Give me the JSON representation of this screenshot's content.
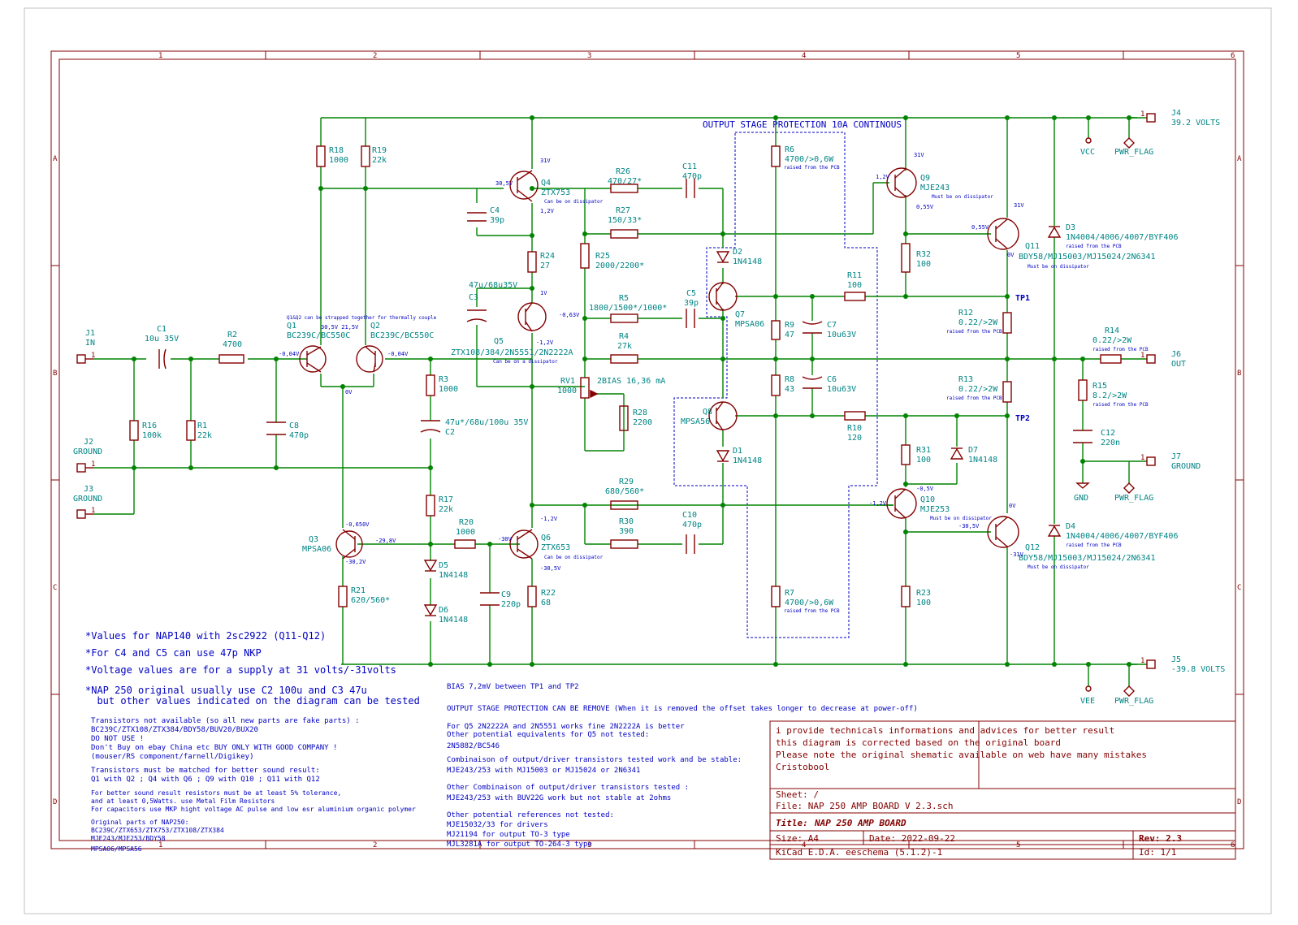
{
  "frame": {
    "cols": [
      "1",
      "2",
      "3",
      "4",
      "5",
      "6"
    ],
    "rows": [
      "A",
      "B",
      "C",
      "D"
    ]
  },
  "protection_box_label": "OUTPUT STAGE PROTECTION 10A CONTINOUS",
  "connectors": {
    "j1": {
      "ref": "J1",
      "name": "IN",
      "pin": "1"
    },
    "j2": {
      "ref": "J2",
      "name": "GROUND",
      "pin": "1"
    },
    "j3": {
      "ref": "J3",
      "name": "GROUND",
      "pin": "1"
    },
    "j4": {
      "ref": "J4",
      "name": "39.2 VOLTS",
      "pin": "1"
    },
    "j5": {
      "ref": "J5",
      "name": "-39.8 VOLTS",
      "pin": "1"
    },
    "j6": {
      "ref": "J6",
      "name": "OUT",
      "pin": "1"
    },
    "j7": {
      "ref": "J7",
      "name": "GROUND",
      "pin": "1"
    }
  },
  "power": {
    "vcc": "VCC",
    "vee": "VEE",
    "gnd": "GND",
    "flag": "PWR_FLAG"
  },
  "components": {
    "c1": {
      "ref": "C1",
      "val": "10u 35V"
    },
    "r2": {
      "ref": "R2",
      "val": "4700"
    },
    "r16": {
      "ref": "R16",
      "val": "100k"
    },
    "r1": {
      "ref": "R1",
      "val": "22k"
    },
    "c8": {
      "ref": "C8",
      "val": "470p"
    },
    "r18": {
      "ref": "R18",
      "val": "1000"
    },
    "r19": {
      "ref": "R19",
      "val": "22k"
    },
    "q1": {
      "ref": "Q1",
      "val": "BC239C/BC550C"
    },
    "q2": {
      "ref": "Q2",
      "val": "BC239C/BC550C"
    },
    "q1q2_note": "Q1&Q2 can be strapped together for thermally couple",
    "r3": {
      "ref": "R3",
      "val": "1000"
    },
    "c2": {
      "ref": "C2",
      "val": "47u*/68u/100u 35V"
    },
    "r17": {
      "ref": "R17",
      "val": "22k"
    },
    "q3": {
      "ref": "Q3",
      "val": "MPSA06"
    },
    "r21": {
      "ref": "R21",
      "val": "620/560*"
    },
    "r20": {
      "ref": "R20",
      "val": "1000"
    },
    "d5": {
      "ref": "D5",
      "val": "1N4148"
    },
    "d6": {
      "ref": "D6",
      "val": "1N4148"
    },
    "c9": {
      "ref": "C9",
      "val": "220p"
    },
    "q4": {
      "ref": "Q4",
      "val": "ZTX753"
    },
    "q4_note": "Can be on dissipator",
    "c4": {
      "ref": "C4",
      "val": "39p"
    },
    "r24": {
      "ref": "R24",
      "val": "27"
    },
    "c3": {
      "ref": "C3",
      "val": "47u/68u35V"
    },
    "q5": {
      "ref": "Q5",
      "val": "ZTX108/384/2N5551/2N2222A"
    },
    "q5_note": "Can be on a dissipator",
    "q6": {
      "ref": "Q6",
      "val": "ZTX653"
    },
    "q6_note": "Can be on dissipator",
    "r22": {
      "ref": "R22",
      "val": "68"
    },
    "r26": {
      "ref": "R26",
      "val": "470/27*"
    },
    "r27": {
      "ref": "R27",
      "val": "150/33*"
    },
    "c11": {
      "ref": "C11",
      "val": "470p"
    },
    "r25": {
      "ref": "R25",
      "val": "2000/2200*"
    },
    "r5": {
      "ref": "R5",
      "val": "1800/1500*/1000*"
    },
    "c5": {
      "ref": "C5",
      "val": "39p"
    },
    "r4": {
      "ref": "R4",
      "val": "27k"
    },
    "rv1": {
      "ref": "RV1",
      "val": "1000"
    },
    "bias": "2BIAS 16,36 mA",
    "r28": {
      "ref": "R28",
      "val": "2200"
    },
    "r29": {
      "ref": "R29",
      "val": "680/560*"
    },
    "r30": {
      "ref": "R30",
      "val": "390"
    },
    "c10": {
      "ref": "C10",
      "val": "470p"
    },
    "d2": {
      "ref": "D2",
      "val": "1N4148"
    },
    "q7": {
      "ref": "Q7",
      "val": "MPSA06"
    },
    "q8": {
      "ref": "Q8",
      "val": "MPSA56"
    },
    "d1": {
      "ref": "D1",
      "val": "1N4148"
    },
    "r6": {
      "ref": "R6",
      "val": "4700/>0,6W"
    },
    "r6_note": "raised from the PCB",
    "r9": {
      "ref": "R9",
      "val": "47"
    },
    "r8": {
      "ref": "R8",
      "val": "43"
    },
    "c7": {
      "ref": "C7",
      "val": "10u63V"
    },
    "c6": {
      "ref": "C6",
      "val": "10u63V"
    },
    "r7": {
      "ref": "R7",
      "val": "4700/>0,6W"
    },
    "r7_note": "raised from the PCB",
    "r11": {
      "ref": "R11",
      "val": "100"
    },
    "r10": {
      "ref": "R10",
      "val": "120"
    },
    "q9": {
      "ref": "Q9",
      "val": "MJE243"
    },
    "q9_note": "Must be on dissipator",
    "r32": {
      "ref": "R32",
      "val": "100"
    },
    "q10": {
      "ref": "Q10",
      "val": "MJE253"
    },
    "q10_note": "Must be on dissipator",
    "r31": {
      "ref": "R31",
      "val": "100"
    },
    "d7": {
      "ref": "D7",
      "val": "1N4148"
    },
    "r23": {
      "ref": "R23",
      "val": "100"
    },
    "q11": {
      "ref": "Q11",
      "val": "BDY58/MJ15003/MJ15024/2N6341"
    },
    "q11_note": "Must be on dissipator",
    "q12": {
      "ref": "Q12",
      "val": "BDY58/MJ15003/MJ15024/2N6341"
    },
    "q12_note": "Must be on dissipator",
    "r12": {
      "ref": "R12",
      "val": "0.22/>2W"
    },
    "r12_note": "raised from the PCB",
    "r13": {
      "ref": "R13",
      "val": "0.22/>2W"
    },
    "r13_note": "raised from the PCB",
    "tp1": "TP1",
    "tp2": "TP2",
    "d3": {
      "ref": "D3",
      "val": "1N4004/4006/4007/BYF406"
    },
    "d3_note": "raised from the PCB",
    "d4": {
      "ref": "D4",
      "val": "1N4004/4006/4007/BYF406"
    },
    "d4_note": "raised from the PCB",
    "r14": {
      "ref": "R14",
      "val": "0.22/>2W"
    },
    "r14_note": "raised from the PCB",
    "r15": {
      "ref": "R15",
      "val": "8.2/>2W"
    },
    "r15_note": "raised from the PCB",
    "c12": {
      "ref": "C12",
      "val": "220n"
    }
  },
  "voltages": {
    "q1b": "-0,04V",
    "q1q2": "30,5V 21,5V",
    "q2b": "-0,04V",
    "q12e": "0V",
    "q3c": "-0,650V",
    "q3b": "-29,8V",
    "q3e": "-30,2V",
    "q4b": "30,5V",
    "q4e": "31V",
    "q4c": "1,2V",
    "q5c": "1V",
    "q5b": "-0,63V",
    "q5e": "-1,2V",
    "q6b": "-30V",
    "q6c": "-1,2V",
    "q6e": "-30,5V",
    "q9b": "1,2V",
    "q9c": "31V",
    "q9e": "0,55V",
    "q11b": "0,55V",
    "q11c": "31V",
    "q11e": "0V",
    "q10b": "-1,2V",
    "q10e": "-0,5V",
    "q12b": "-30,5V",
    "q12c": "-31V"
  },
  "notes_left": [
    "*Values for NAP140 with 2sc2922 (Q11-Q12)",
    "*For C4 and C5 can use 47p NKP",
    "*Voltage values are for a supply at 31 volts/-31volts",
    "*NAP 250 original usually use C2 100u and C3 47u",
    "  but other values indicated on the diagram can be tested"
  ],
  "notes_parts": [
    "Transistors not available (so all new parts are fake parts) :",
    "BC239C/ZTX108/ZTX384/BDY58/BUV20/BUX20",
    "DO NOT USE !",
    "Don't Buy on ebay China etc BUY ONLY WITH GOOD COMPANY !",
    "(mouser/RS component/farnell/Digikey)",
    "Transistors must be matched for better sound result:",
    "Q1 with Q2 ; Q4 with Q6 ; Q9 with Q10 ; Q11 with Q12",
    "For better sound result resistors must be at least 5% tolerance,",
    "and at least 0,5Watts. use Metal Film Resistors",
    "For capacitors use MKP hight voltage AC pulse and low esr aluminium organic polymer",
    "Original parts of NAP250:",
    "BC239C/ZTX653/ZTX753/ZTX108/ZTX384",
    "MJE243/MJE253/BDY58",
    "MPSA06/MPSA56"
  ],
  "notes_mid": [
    "BIAS 7,2mV between TP1 and TP2",
    "OUTPUT STAGE PROTECTION CAN BE REMOVE (When it is removed the offset takes longer to decrease at power-off)",
    "For Q5 2N2222A and 2N5551 works fine 2N2222A is better",
    "Other potential equivalents for Q5 not tested:",
    "2N5882/BC546",
    "Combinaison of output/driver transistors tested work and be stable:",
    "MJE243/253 with MJ15003 or MJ15024 or 2N6341",
    "Other Combinaison of output/driver transistors tested :",
    "MJE243/253 with BUV22G work but not stable at 2ohms",
    "Other potential references not tested:",
    "MJE15032/33 for drivers",
    "MJ21194 for output TO-3 type",
    "MJL3281A for output TO-264-3 type"
  ],
  "title_block": {
    "comments": [
      "i provide technicals informations and advices for better result",
      "this diagram is corrected based on the original board",
      "Please note the original shematic available on web have many mistakes",
      "Cristobool"
    ],
    "sheet": "Sheet: /",
    "file": "File: NAP 250 AMP BOARD V 2.3.sch",
    "title_prefix": "Title:",
    "title": "NAP 250 AMP BOARD",
    "size": "Size: A4",
    "date": "Date: 2022-09-22",
    "rev": "Rev: 2.3",
    "kicad": "KiCad E.D.A.  eeschema (5.1.2)-1",
    "id": "Id: 1/1"
  }
}
